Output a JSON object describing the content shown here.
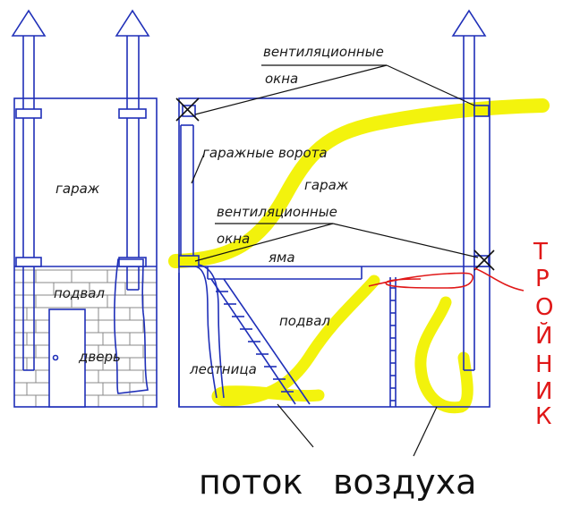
{
  "labels": {
    "garage_left": "гараж",
    "basement_left": "подвал",
    "door": "дверь",
    "vent_windows_top_l1": "вентиляционные",
    "vent_windows_top_l2": "окна",
    "garage_doors": "гаражные ворота",
    "garage_right": "гараж",
    "vent_windows_mid_l1": "вентиляционные",
    "vent_windows_mid_l2": "окна",
    "pit": "яма",
    "basement_right": "подвал",
    "stairs": "лестница",
    "tee": [
      "Т",
      "Р",
      "О",
      "Й",
      "Н",
      "И",
      "К"
    ],
    "airflow_word1": "поток",
    "airflow_word2": "воздуха"
  },
  "colors": {
    "structure": "#1f2fb8",
    "airflow": "#f2f200",
    "tee": "#e01818",
    "annotation": "#111111",
    "brick": "#888888"
  }
}
